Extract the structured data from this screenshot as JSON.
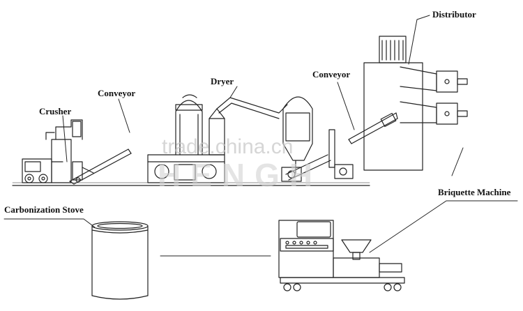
{
  "labels": {
    "distributor": "Distributor",
    "dryer": "Dryer",
    "conveyor_right": "Conveyor",
    "conveyor_left": "Conveyor",
    "crusher": "Crusher",
    "briquette_machine": "Briquette Machine",
    "carbonization_stove": "Carbonization Stove"
  },
  "watermark": {
    "site": "trade.china.cn",
    "brand": "HENGH"
  },
  "colors": {
    "line": "#222222",
    "background": "#ffffff",
    "watermark": "#c8c8c8"
  }
}
